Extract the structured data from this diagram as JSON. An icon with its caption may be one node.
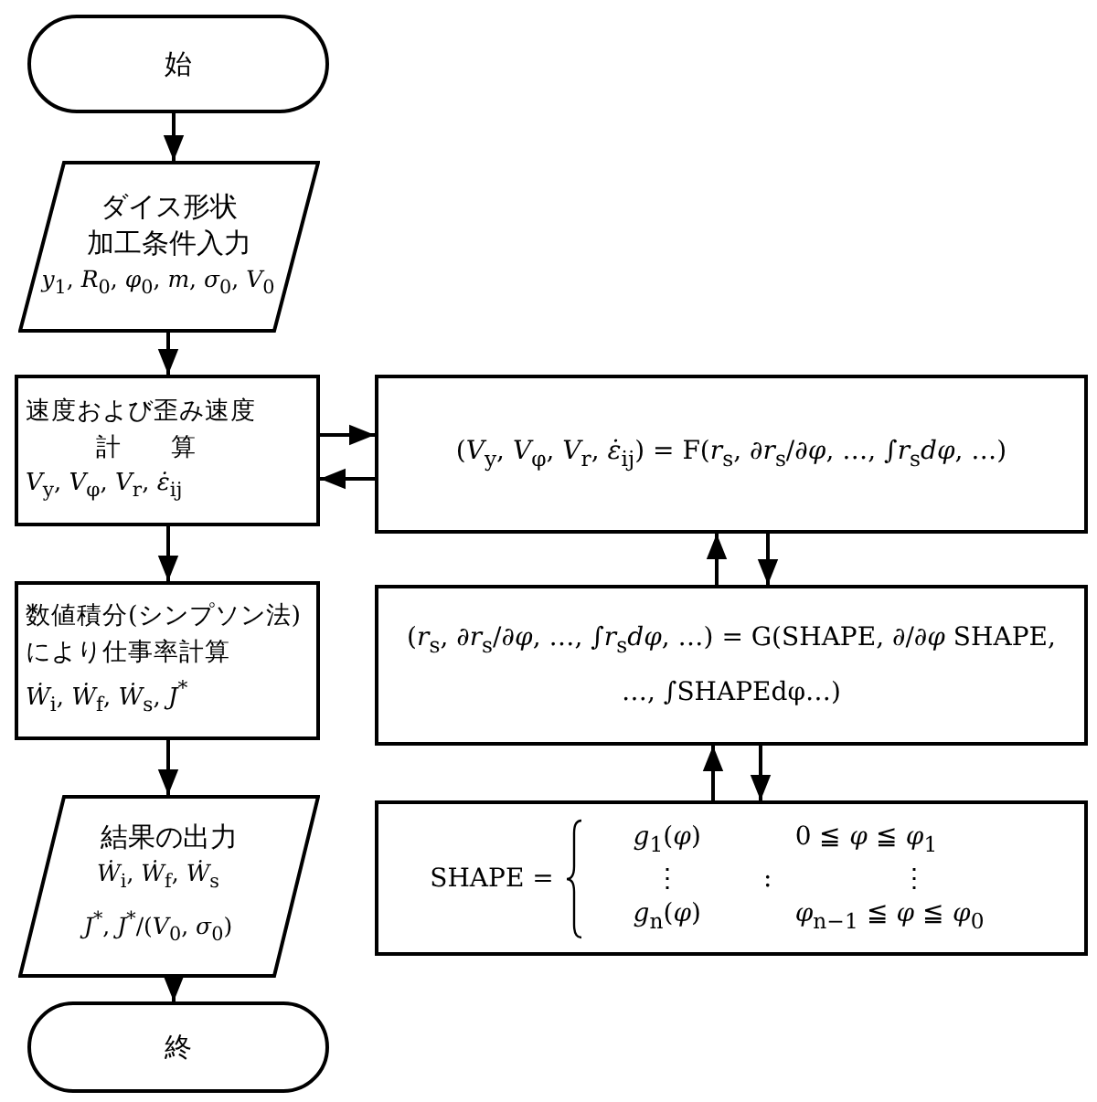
{
  "diagram": {
    "nodes": [
      {
        "text": [
          "始"
        ]
      },
      {
        "text": [
          "ダイス形状",
          "加工条件入力",
          "*y*$_{1}$, *R*$_{0}$, *φ*$_{0}$, *m*, *σ*$_{0}$, *V*$_{0}$"
        ]
      },
      {
        "text": [
          "速度および歪み速度",
          "計算",
          "*V*$_{y}$, *V*$_{φ}$, *V*$_{r}$, *ε̇*$_{ij}$"
        ]
      },
      {
        "text": [
          "数値積分(シンプソン法)",
          "により仕事率計算",
          "*Ẇ*$_{i}$, *Ẇ*$_{f}$, *Ẇ*$_{s}$, *J*$^{*}$"
        ]
      },
      {
        "text": [
          "結果の出力",
          "*Ẇ*$_{i}$, *Ẇ*$_{f}$, *Ẇ*$_{s}$",
          "*J*$^{*}$, *J*$^{*}$/(*V*$_{0}$, *σ*$_{0}$)"
        ]
      },
      {
        "text": [
          "終"
        ]
      },
      {
        "text": [
          "(*V*$_{y}$, *V*$_{φ}$, *V*$_{r}$, *ε̇*$_{ij}$) = F(*r*$_{s}$, ∂*r*$_{s}$/∂*φ*, …, ∫*r*$_{s}$*dφ*, …)"
        ]
      },
      {
        "text": [
          "(*r*$_{s}$, ∂*r*$_{s}$/∂*φ*, …, ∫*r*$_{s}$*dφ*, …) = G(SHAPE, ∂/∂*φ* SHAPE, …, ∫SHAPEdφ…)"
        ]
      },
      {
        "text": [
          "SHAPE =",
          "*g*$_{1}$(*φ*)",
          "0 ≦ *φ* ≦ *φ*$_{1}$",
          "⋮",
          ":",
          "⋮",
          "*g*$_{n}$(*φ*)",
          "*φ*$_{n−1}$ ≦ *φ* ≦ *φ*$_{0}$"
        ]
      }
    ],
    "edges": [
      {
        "from": 0,
        "to": 1,
        "arrow": "to"
      },
      {
        "from": 1,
        "to": 2,
        "arrow": "to"
      },
      {
        "from": 2,
        "to": 3,
        "arrow": "to"
      },
      {
        "from": 3,
        "to": 4,
        "arrow": "to"
      },
      {
        "from": 4,
        "to": 5,
        "arrow": "to"
      },
      {
        "from": 2,
        "to": 6,
        "arrow": "to"
      },
      {
        "from": 6,
        "to": 2,
        "arrow": "to"
      },
      {
        "from": 7,
        "to": 6,
        "arrow": "to"
      },
      {
        "from": 6,
        "to": 7,
        "arrow": "to"
      },
      {
        "from": 8,
        "to": 7,
        "arrow": "to"
      },
      {
        "from": 7,
        "to": 8,
        "arrow": "to"
      }
    ]
  }
}
